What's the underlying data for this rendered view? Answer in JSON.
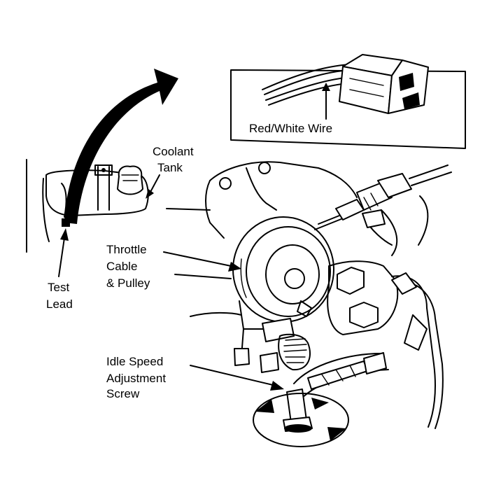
{
  "labels": {
    "inset_wire": "Red/White Wire",
    "coolant_line1": "Coolant",
    "coolant_line2": "Tank",
    "test_line1": "Test",
    "test_line2": "Lead",
    "throttle_line1": "Throttle",
    "throttle_line2": "Cable",
    "throttle_line3": "& Pulley",
    "idle_line1": "Idle Speed",
    "idle_line2": "Adjustment",
    "idle_line3": "Screw"
  },
  "colors": {
    "ink": "#000000",
    "paper": "#ffffff"
  }
}
